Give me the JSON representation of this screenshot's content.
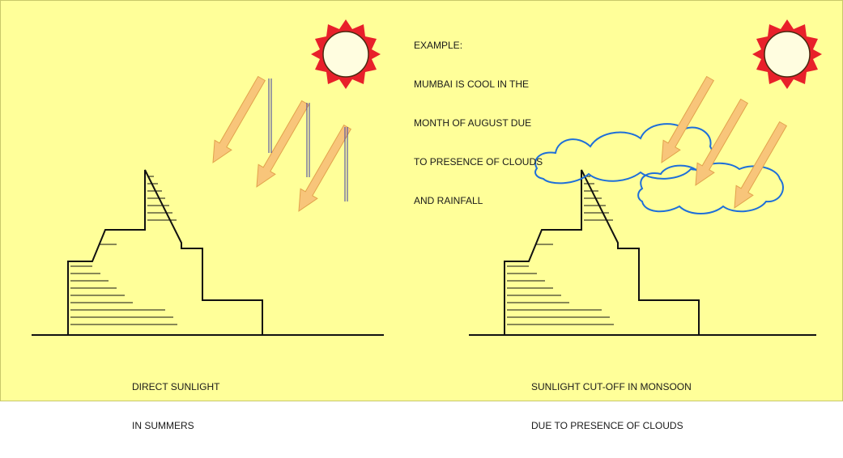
{
  "example": {
    "lines": [
      "EXAMPLE:",
      "MUMBAI IS COOL IN THE",
      "MONTH OF AUGUST DUE",
      "TO PRESENCE OF CLOUDS",
      "AND RAINFALL"
    ]
  },
  "left_panel": {
    "caption": [
      "DIRECT SUNLIGHT",
      "IN SUMMERS"
    ]
  },
  "right_panel": {
    "caption": [
      "SUNLIGHT CUT-OFF IN MONSOON",
      "DUE TO PRESENCE OF CLOUDS"
    ]
  },
  "colors": {
    "background": "#ffff99",
    "sun_rays": "#e8202a",
    "sun_body": "#fffde0",
    "arrow_fill": "#f8c57a",
    "cloud_stroke": "#1e6fd9",
    "building_stroke": "#111111"
  }
}
